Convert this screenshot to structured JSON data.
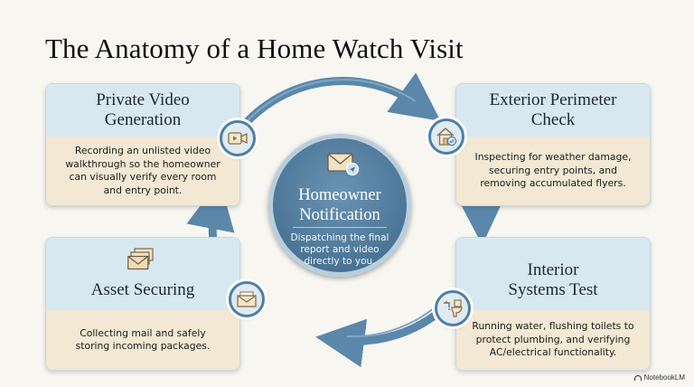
{
  "title": "The Anatomy of a Home Watch Visit",
  "center": {
    "title_line1": "Homeowner",
    "title_line2": "Notification",
    "desc_line1": "Dispatching the final",
    "desc_line2": "report and video",
    "desc_line3": "directly to you.",
    "icon": "envelope-send-icon"
  },
  "cards": {
    "video": {
      "title_line1": "Private Video",
      "title_line2": "Generation",
      "desc_line1": "Recording an unlisted video",
      "desc_line2": "walkthrough so the homeowner",
      "desc_line3": "can visually verify every room",
      "desc_line4": "and entry point.",
      "icon": "video-camera-icon"
    },
    "exterior": {
      "title_line1": "Exterior Perimeter",
      "title_line2": "Check",
      "desc_line1": "Inspecting for weather damage,",
      "desc_line2": "securing entry points, and",
      "desc_line3": "removing accumulated flyers.",
      "icon": "house-check-icon"
    },
    "asset": {
      "title": "Asset Securing",
      "desc_line1": "Collecting mail and safely",
      "desc_line2": "storing incoming packages.",
      "icon": "mail-stack-icon"
    },
    "interior": {
      "title_line1": "Interior",
      "title_line2": "Systems Test",
      "desc_line1": "Running water, flushing toilets to",
      "desc_line2": "protect plumbing, and verifying",
      "desc_line3": "AC/electrical functionality.",
      "icon": "faucet-toilet-icon"
    }
  },
  "brand": "NotebookLM",
  "colors": {
    "card_header": "#d8e8f1",
    "card_body": "#f2e8d3",
    "ring": "#4f7fa3",
    "center": "#4b7596"
  }
}
